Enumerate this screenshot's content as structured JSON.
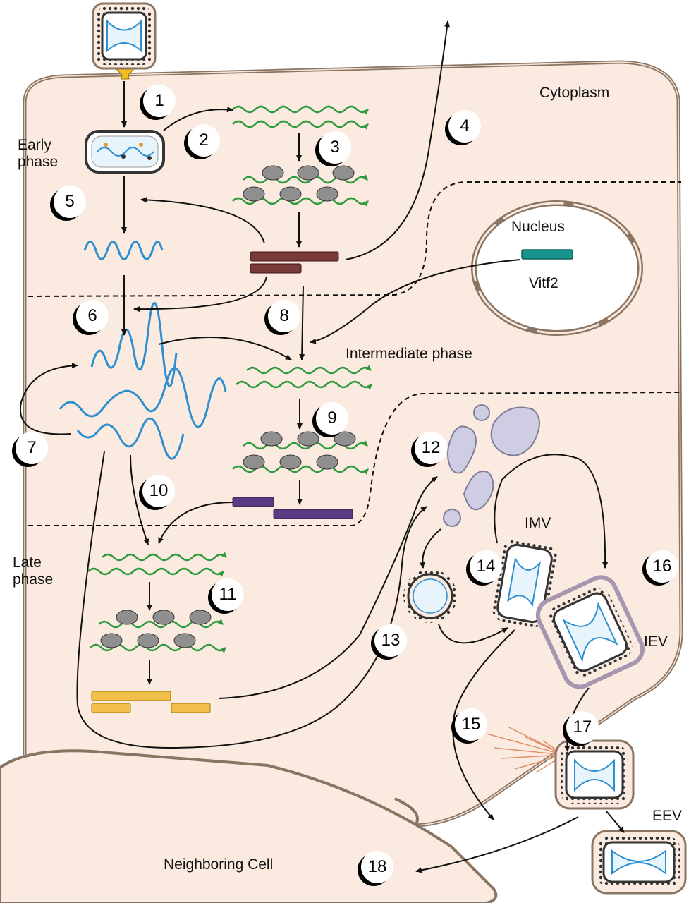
{
  "labels": {
    "cytoplasm": "Cytoplasm",
    "early_phase": "Early\nphase",
    "nucleus": "Nucleus",
    "vitf2": "Vitf2",
    "intermediate_phase": "Intermediate phase",
    "late_phase": "Late\nphase",
    "imv": "IMV",
    "iev": "IEV",
    "eev": "EEV",
    "neighboring_cell": "Neighboring Cell"
  },
  "steps": [
    "1",
    "2",
    "3",
    "4",
    "5",
    "6",
    "7",
    "8",
    "9",
    "10",
    "11",
    "12",
    "13",
    "14",
    "15",
    "16",
    "17",
    "18"
  ],
  "colors": {
    "cell_fill": "#fbeadf",
    "membrane": "#8a7462",
    "dna": "#2e8fd0",
    "mrna": "#2e9a3e",
    "ribosome": "#8f8f8f",
    "early_protein": "#7b3a3a",
    "intermediate_protein": "#5b3a84",
    "late_protein": "#f2c04a",
    "vitf2": "#17938e",
    "golgi": "#cfcde3",
    "receptor": "#f0c020",
    "actin_tail": "#e0906a"
  }
}
